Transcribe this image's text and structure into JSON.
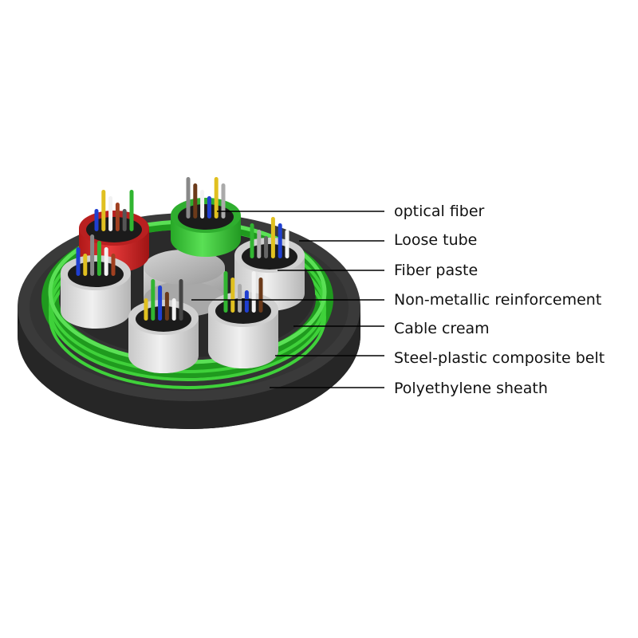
{
  "labels": [
    "optical fiber",
    "Loose tube",
    "Fiber paste",
    "Non-metallic reinforcement",
    "Cable cream",
    "Steel-plastic composite belt",
    "Polyethylene sheath"
  ],
  "colors": {
    "sheath": "#2f2f2f",
    "sheath_edge": "#1a1a1a",
    "belt_green": "#3fd13a",
    "belt_dark": "#1f9a1e",
    "tube_white": "#e2e2e2",
    "tube_red": "#d62828",
    "tube_green": "#39c93a",
    "center_member": "#b9b9b9"
  },
  "loose_tubes": [
    {
      "color": "tube_red",
      "fibers": [
        "#1f3fd1",
        "#e0c020",
        "#f2f2f2",
        "#a04020",
        "#555555",
        "#31b531"
      ]
    },
    {
      "color": "tube_green",
      "fibers": [
        "#888888",
        "#6b3a1a",
        "#f2f2f2",
        "#1f3fd1",
        "#e0c020",
        "#aaaaaa"
      ]
    },
    {
      "color": "tube_white",
      "fibers": [
        "#31b531",
        "#aaaaaa",
        "#666666",
        "#e0c020",
        "#1f3fd1",
        "#f2f2f2"
      ]
    },
    {
      "color": "tube_white",
      "fibers": [
        "#1f3fd1",
        "#e0c020",
        "#888888",
        "#31b531",
        "#f2f2f2",
        "#a04020"
      ]
    },
    {
      "color": "tube_white",
      "fibers": [
        "#e0c020",
        "#31b531",
        "#1f3fd1",
        "#6b3a1a",
        "#f2f2f2",
        "#444444"
      ]
    },
    {
      "color": "tube_white",
      "fibers": [
        "#31b531",
        "#e0c020",
        "#aaaaaa",
        "#1f3fd1",
        "#f2f2f2",
        "#6b3a1a"
      ]
    }
  ]
}
